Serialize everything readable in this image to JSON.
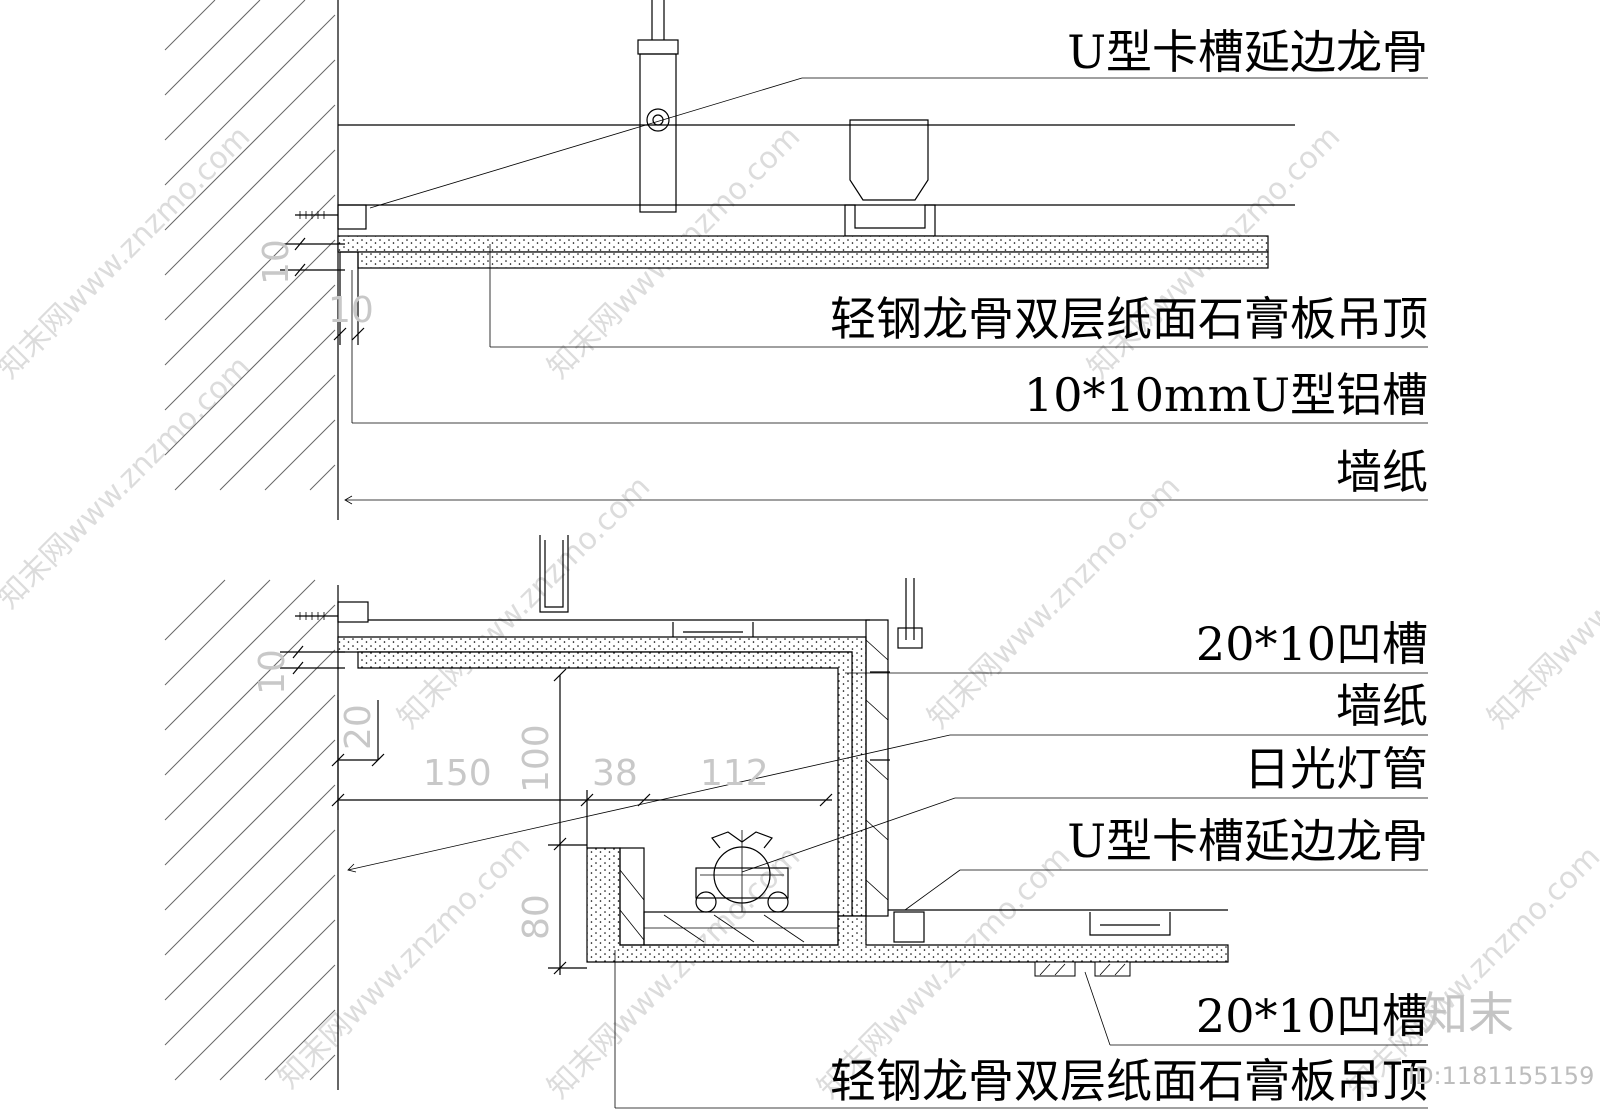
{
  "top_detail": {
    "labels": [
      "U型卡槽延边龙骨",
      "轻钢龙骨双层纸面石膏板吊顶",
      "10*10mmU型铝槽",
      "墙纸"
    ],
    "dimensions": [
      "10",
      "10"
    ]
  },
  "bottom_detail": {
    "labels": [
      "20*10凹槽",
      "墙纸",
      "日光灯管",
      "U型卡槽延边龙骨",
      "20*10凹槽",
      "轻钢龙骨双层纸面石膏板吊顶"
    ],
    "dimensions": [
      "10",
      "20",
      "150",
      "100",
      "38",
      "112",
      "80"
    ]
  },
  "watermark": {
    "text": "知末网www.znzmo.com",
    "brand": "知末",
    "id": "ID:1181155159"
  }
}
